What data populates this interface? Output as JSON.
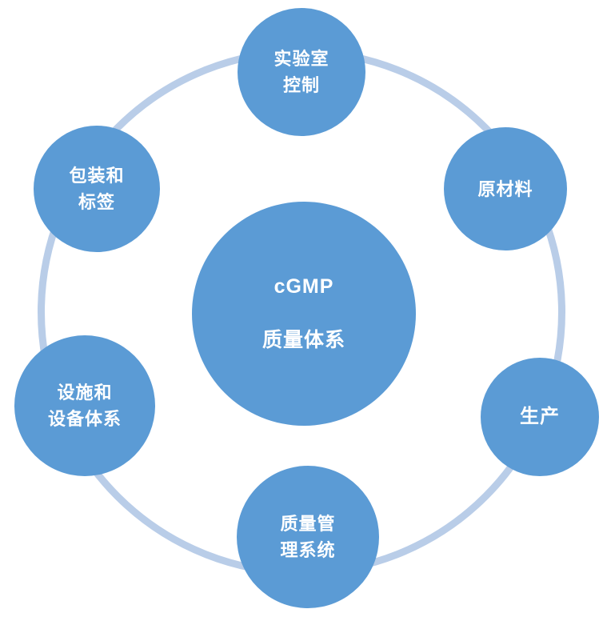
{
  "diagram": {
    "title": "cGMP 质量体系",
    "colors": {
      "node_fill": "#5b9bd5",
      "ring": "#b9cde8",
      "text": "#ffffff",
      "background": "#ffffff"
    },
    "center": {
      "lines": [
        "cGMP",
        "质量体系"
      ]
    },
    "nodes": [
      {
        "id": "lab-control",
        "lines": [
          "实验室",
          "控制"
        ]
      },
      {
        "id": "raw-materials",
        "lines": [
          "原材料",
          ""
        ]
      },
      {
        "id": "production",
        "lines": [
          "生产",
          ""
        ]
      },
      {
        "id": "quality-management-system",
        "lines": [
          "质量管",
          "理系统"
        ]
      },
      {
        "id": "facilities-equipment",
        "lines": [
          "设施和",
          "设备体系"
        ]
      },
      {
        "id": "packaging-labels",
        "lines": [
          "包装和",
          "标签"
        ]
      }
    ]
  }
}
